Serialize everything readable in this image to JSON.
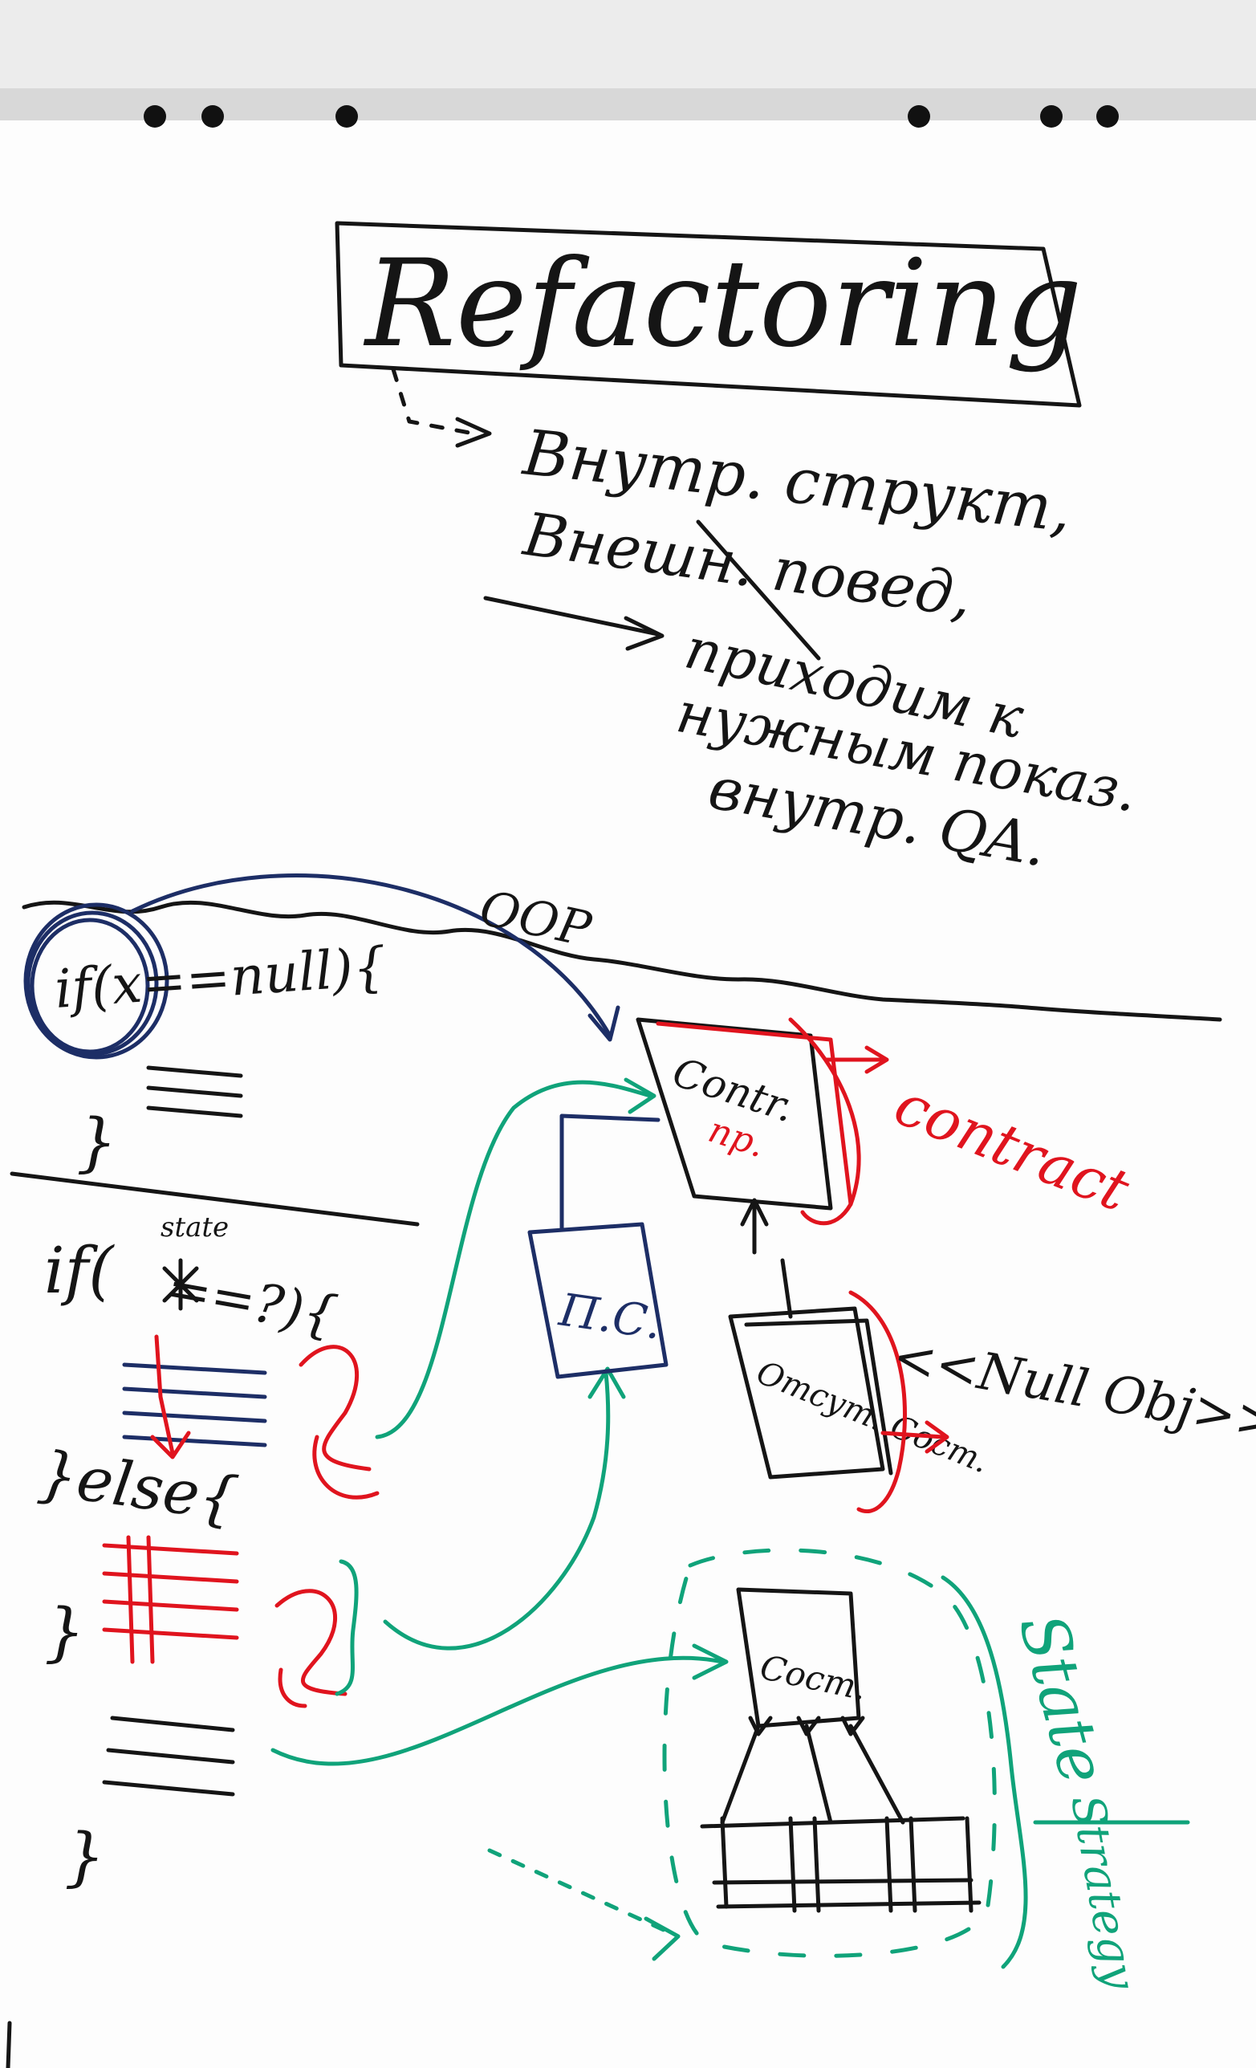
{
  "title": "Refactoring",
  "notes": {
    "line1": "Внутр. структ,",
    "line2": "Внешн. повед,",
    "line3": "приходим к",
    "line4": "нужным показ.",
    "line5": "внутр. QA."
  },
  "oop_label": "OOP",
  "code": {
    "if_null": "if(x==null){",
    "close1": "}",
    "if_state": "if(",
    "state_word": "state",
    "state_cmp": "==?){",
    "else_line": "}else{",
    "close2": "}",
    "close3": "}"
  },
  "boxes": {
    "contract_box": "Contr.",
    "contract_box_sub": "пр.",
    "pc_box": "П.С.",
    "null_box": "Отсут. Сост.",
    "state_box": "Сост."
  },
  "labels": {
    "contract": "contract",
    "null_obj": "<<Null Obj>>",
    "state_strategy_1": "State",
    "state_strategy_2": "Strategy"
  },
  "colors": {
    "black_ink": "#151515",
    "red_ink": "#e0141e",
    "navy_ink": "#1d2e66",
    "teal_ink": "#10a37a",
    "board": "#fdfdfd"
  }
}
